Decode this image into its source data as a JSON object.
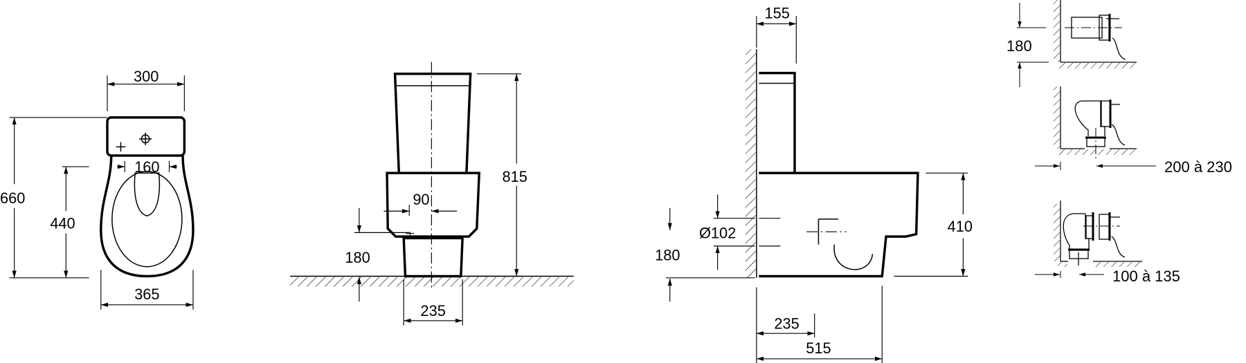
{
  "front_view": {
    "width_tank": "300",
    "fixing_spacing": "160",
    "total_height": "660",
    "bowl_height": "440",
    "width_bowl": "365"
  },
  "side_view": {
    "total_height": "815",
    "outlet_offset": "90",
    "outlet_height": "180",
    "base_depth": "235"
  },
  "section_view": {
    "tank_depth": "155",
    "outlet_diameter": "Ø102",
    "outlet_height": "180",
    "bowl_height": "410",
    "outlet_to_wall": "235",
    "total_depth": "515"
  },
  "connection_options": {
    "horizontal_outlet_height": "180",
    "vertical_outlet_range": "200 à 230",
    "short_outlet_range": "100 à 135"
  }
}
